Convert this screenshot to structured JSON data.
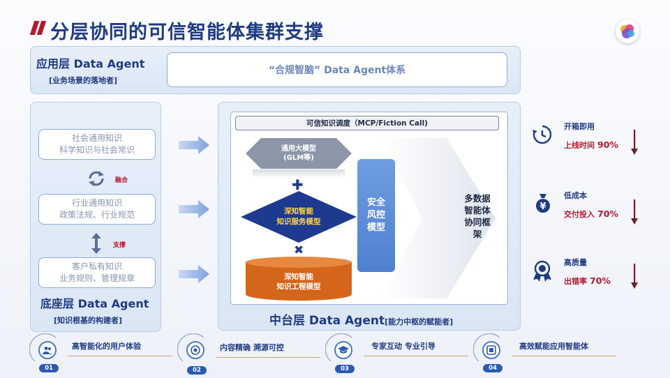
{
  "slide": {
    "title": "分层协同的可信智能体集群支撑"
  },
  "app_layer": {
    "title": "应用层 Data Agent",
    "subtitle": "[业务场景的落地者]",
    "system_label": "“合规智脑” Data Agent体系"
  },
  "base_layer": {
    "items": [
      {
        "line1": "社会通用知识",
        "line2": "科学知识与社会常识"
      },
      {
        "line1": "行业通用知识",
        "line2": "政策法规、行业规范"
      },
      {
        "line1": "客户私有知识",
        "line2": "业务规则、管理规章"
      }
    ],
    "fuse_label": "融合",
    "support_label": "支撑",
    "title": "底座层 Data Agent",
    "subtitle": "[知识根基的构建者]"
  },
  "middle_layer": {
    "scheduler": "可信知识调度（MCP/Fiction Call)",
    "hex_line1": "通用大模型",
    "hex_line2": "(GLM等)",
    "diamond_line1": "深知智能",
    "diamond_line2": "知识服务模型",
    "cyl_line1": "深知智能",
    "cyl_line2": "知识工程模型",
    "security": [
      "安全",
      "风控",
      "模型"
    ],
    "multi": [
      "多数据",
      "智能体",
      "协同框",
      "架"
    ],
    "title": "中台层 Data Agent",
    "subtitle": "[能力中枢的赋能者]",
    "plus_symbol": "✚",
    "times_symbol": "✖"
  },
  "kpis": [
    {
      "icon": "clock-icon",
      "title": "开箱即用",
      "metric": "上线时间",
      "value": "90%"
    },
    {
      "icon": "money-bag-icon",
      "title": "低成本",
      "metric": "交付投入",
      "value": "70%"
    },
    {
      "icon": "quality-medal-icon",
      "title": "高质量",
      "metric": "出错率",
      "value": "70%"
    }
  ],
  "bottom": [
    {
      "num": "01",
      "text": "高智能化的用户体验",
      "icon": "users-icon"
    },
    {
      "num": "02",
      "text": "内容精确 溯源可控",
      "icon": "target-icon"
    },
    {
      "num": "03",
      "text": "专家互动 专业引导",
      "icon": "graduation-cap-icon"
    },
    {
      "num": "04",
      "text": "高效赋能应用智能体",
      "icon": "cube-icon"
    }
  ],
  "colors": {
    "accent_red": "#b5172d",
    "brand_blue": "#1f3b82",
    "cylinder_orange": "#d4651a",
    "diamond_yellow": "#ffd54a",
    "security_blue": "#5d8fd8"
  }
}
